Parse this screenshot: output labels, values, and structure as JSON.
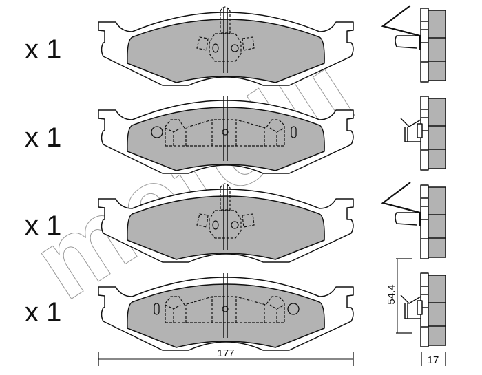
{
  "watermark": "metelli",
  "rows": [
    {
      "quantity": "x 1",
      "variant": "center-tab"
    },
    {
      "quantity": "x 1",
      "variant": "wide-sensor"
    },
    {
      "quantity": "x 1",
      "variant": "center-tab"
    },
    {
      "quantity": "x 1",
      "variant": "wide-sensor"
    }
  ],
  "dimensions": {
    "width": "177",
    "thickness": "17",
    "height": "54.4"
  },
  "colors": {
    "friction": "#b3b3b3",
    "line": "#111111",
    "watermark": "#999999"
  }
}
